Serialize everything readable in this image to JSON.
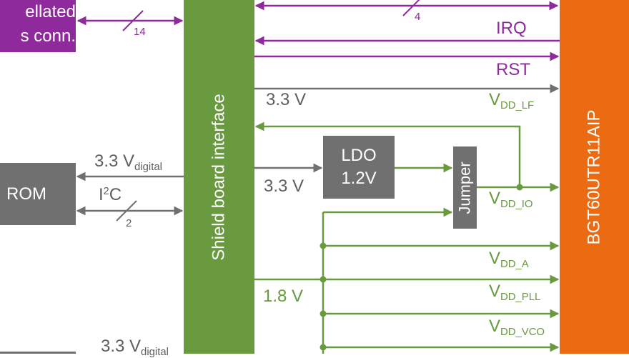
{
  "blocks": {
    "purple_line1": "ellated",
    "purple_line2": "s conn.",
    "shield": "Shield board interface",
    "bgt": "BGT60UTR11AIP",
    "rom": "ROM",
    "ldo_line1": "LDO",
    "ldo_line2": "1.2V",
    "jumper": "Jumper"
  },
  "buses": {
    "bus14": "14",
    "bus4": "4",
    "bus2": "2"
  },
  "signals": {
    "irq": "IRQ",
    "rst": "RST",
    "v33_shield_out": "3.3 V",
    "v33_ldo_in": "3.3 V",
    "v18": "1.8 V",
    "vdd_main": "V",
    "vdd_lf_sub": "DD_LF",
    "vdd_io_sub": "DD_IO",
    "vdd_a_sub": "DD_A",
    "vdd_pll_sub": "DD_PLL",
    "vdd_vco_sub": "DD_VCO",
    "v33_digital_main": "3.3 V",
    "digital_sub": "digital",
    "i2c_main": "I",
    "i2c_sup": "2",
    "i2c_tail": "C"
  },
  "colors": {
    "purple": "#8e2a9c",
    "green": "#6a9a3f",
    "orange": "#ea6b12",
    "gray": "#707070"
  }
}
